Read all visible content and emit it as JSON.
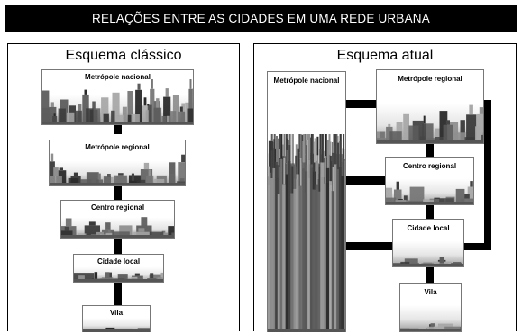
{
  "header": {
    "title": "RELAÇÕES ENTRE AS CIDADES EM UMA REDE URBANA"
  },
  "left_panel": {
    "title": "Esquema clássico",
    "levels": [
      "Metrópole nacional",
      "Metrópole regional",
      "Centro regional",
      "Cidade local",
      "Vila"
    ]
  },
  "right_panel": {
    "title": "Esquema atual",
    "nodes": {
      "metropole_nacional": "Metrópole nacional",
      "metropole_regional": "Metrópole regional",
      "centro_regional": "Centro regional",
      "cidade_local": "Cidade local",
      "vila": "Vila"
    }
  },
  "colors": {
    "header_bg": "#000000",
    "header_text": "#ffffff",
    "connector": "#000000"
  }
}
